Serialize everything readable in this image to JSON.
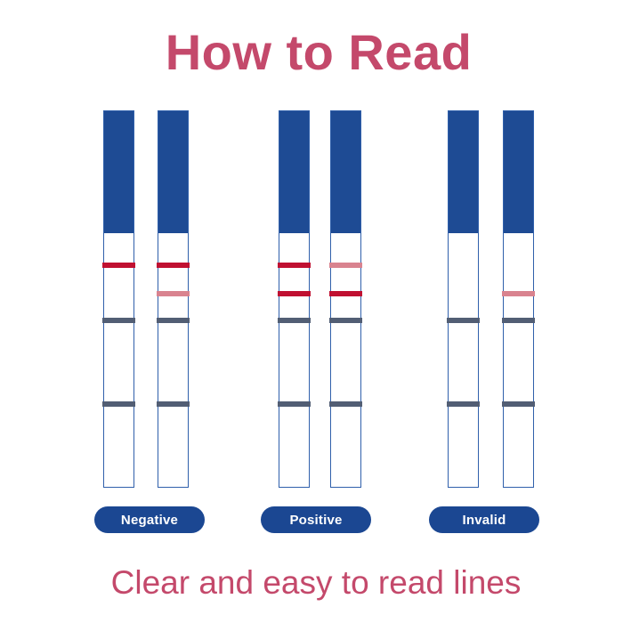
{
  "title": "How to Read",
  "caption": "Clear and easy to read lines",
  "colors": {
    "background": "#ffffff",
    "title_pink": "#c4496b",
    "strip_blue": "#1e4b94",
    "strip_border": "#3060ab",
    "pill_blue": "#1b4792",
    "pill_text": "#ffffff",
    "line_strong": "#c01031",
    "line_faint": "#d9838f",
    "separator_gray": "#525e74"
  },
  "groups": [
    {
      "label": "Negative",
      "strips": [
        {
          "control": "strong",
          "test": "none"
        },
        {
          "control": "strong",
          "test": "faint"
        }
      ]
    },
    {
      "label": "Positive",
      "strips": [
        {
          "control": "strong",
          "test": "strong"
        },
        {
          "control": "faint",
          "test": "strong"
        }
      ]
    },
    {
      "label": "Invalid",
      "strips": [
        {
          "control": "none",
          "test": "none"
        },
        {
          "control": "none",
          "test": "faint"
        }
      ]
    }
  ]
}
